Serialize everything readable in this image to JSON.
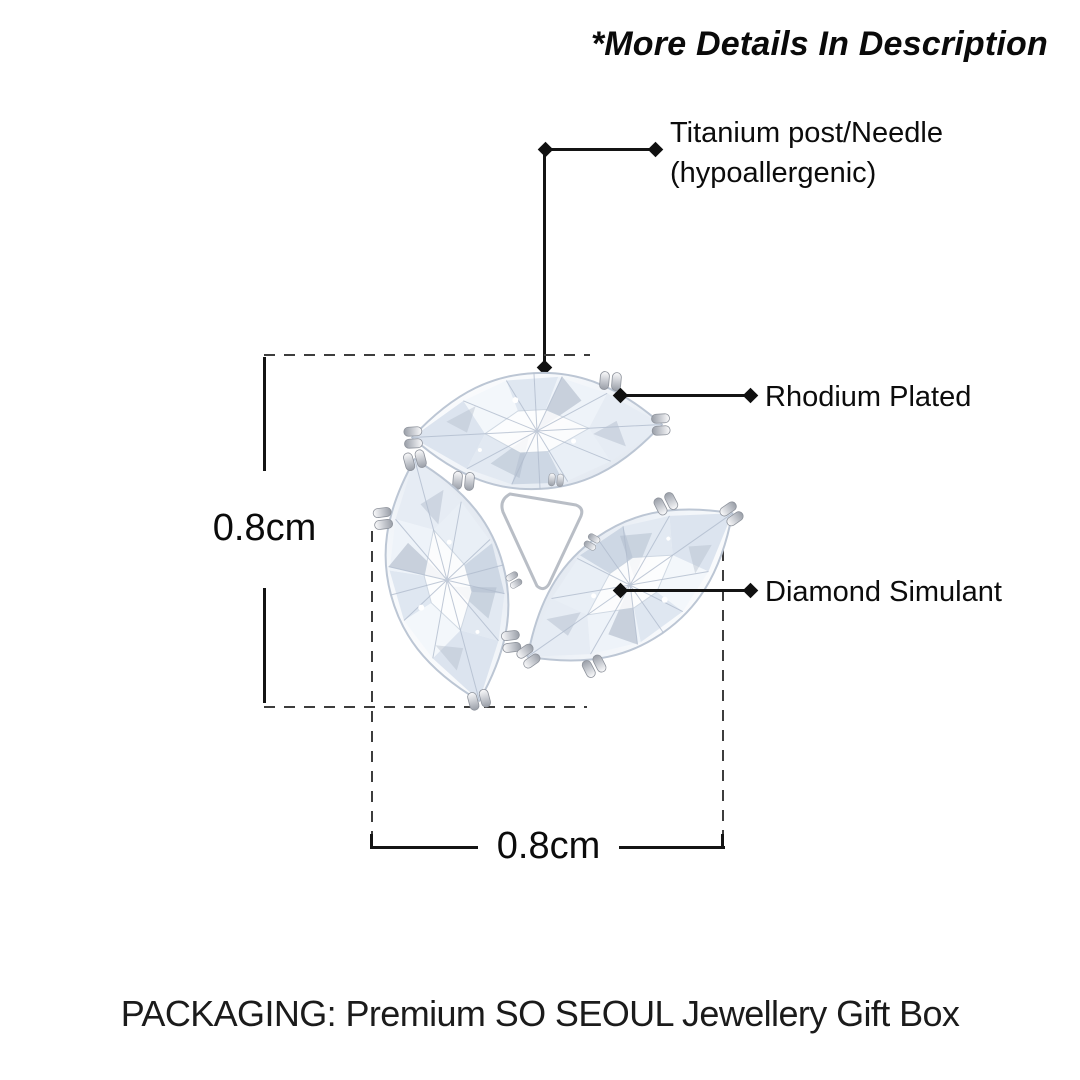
{
  "disclaimer": "*More Details In Description",
  "callouts": {
    "titanium": {
      "line1": "Titanium post/Needle",
      "line2": "(hypoallergenic)"
    },
    "rhodium": {
      "label": "Rhodium Plated"
    },
    "simulant": {
      "label": "Diamond Simulant"
    }
  },
  "dimensions": {
    "height": "0.8cm",
    "width": "0.8cm"
  },
  "packaging": "PACKAGING: Premium SO SEOUL Jewellery Gift Box",
  "image": {
    "description": "triple-marquise-diamond-simulant-stud-earring",
    "stones": 3
  },
  "colors": {
    "background": "#ffffff",
    "line": "#141414",
    "dash": "#3d3d3d",
    "text": "#0b0b0b",
    "stone_tint": "#dde4ee",
    "metal": "#c9ccd2"
  }
}
